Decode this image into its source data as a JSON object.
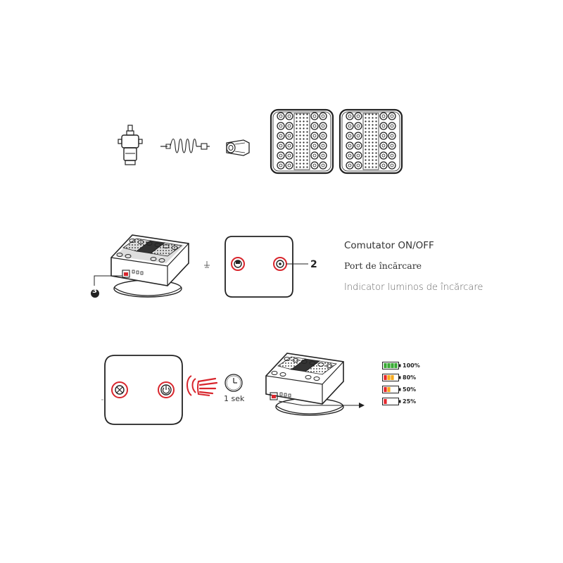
{
  "labels": {
    "switch": "Comutator ON/OFF",
    "port": "Port de încărcare",
    "indicator": "Indicator luminos de încărcare"
  },
  "callouts": {
    "two": "2",
    "three": "3"
  },
  "timer": {
    "label": "1 sek"
  },
  "battery_levels": [
    {
      "label": "100%",
      "level": 1.0,
      "color": "#3aa935"
    },
    {
      "label": "80%",
      "level": 0.8,
      "color": "#f4a81d"
    },
    {
      "label": "50%",
      "level": 0.5,
      "color": "#f4a81d"
    },
    {
      "label": "25%",
      "level": 0.25,
      "color": "#e5262b"
    }
  ],
  "colors": {
    "accent_red": "#d8262d",
    "line": "#222222"
  }
}
